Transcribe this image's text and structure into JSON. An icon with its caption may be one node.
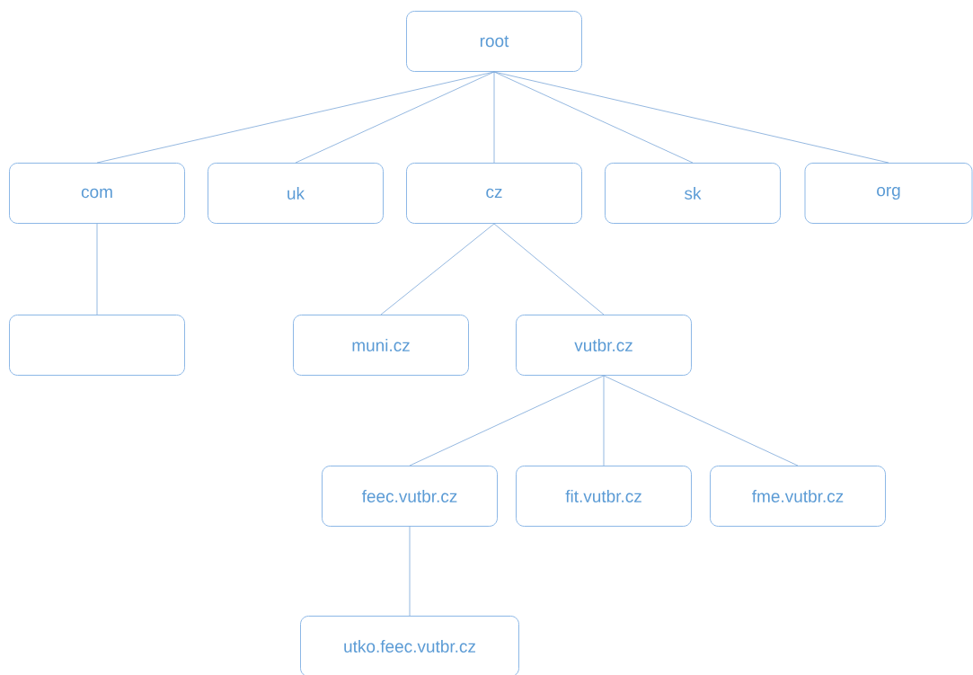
{
  "diagram": {
    "nodes": [
      {
        "text": [
          "root"
        ]
      },
      {
        "text": [
          "com"
        ]
      },
      {
        "text": [
          "uk"
        ]
      },
      {
        "text": [
          "cz"
        ]
      },
      {
        "text": [
          "sk"
        ]
      },
      {
        "text": [
          "org"
        ]
      },
      {
        "text": [],
        "shape": "box"
      },
      {
        "text": [
          "muni.cz"
        ]
      },
      {
        "text": [
          "vutbr.cz"
        ]
      },
      {
        "text": [
          "feec.vutbr.cz"
        ]
      },
      {
        "text": [
          "fit.vutbr.cz"
        ]
      },
      {
        "text": [
          "fme.vutbr.cz"
        ]
      },
      {
        "text": [
          "utko.feec.vutbr.cz"
        ]
      }
    ],
    "edges": [
      {
        "from": 0,
        "to": 1,
        "arrow": "none"
      },
      {
        "from": 0,
        "to": 2,
        "arrow": "none"
      },
      {
        "from": 0,
        "to": 3,
        "arrow": "none"
      },
      {
        "from": 0,
        "to": 4,
        "arrow": "none"
      },
      {
        "from": 0,
        "to": 5,
        "arrow": "none"
      },
      {
        "from": 1,
        "to": 6,
        "arrow": "none"
      },
      {
        "from": 3,
        "to": 7,
        "arrow": "none"
      },
      {
        "from": 3,
        "to": 8,
        "arrow": "none"
      },
      {
        "from": 8,
        "to": 9,
        "arrow": "none"
      },
      {
        "from": 8,
        "to": 10,
        "arrow": "none"
      },
      {
        "from": 8,
        "to": 11,
        "arrow": "none"
      },
      {
        "from": 9,
        "to": 12,
        "arrow": "none"
      }
    ]
  }
}
